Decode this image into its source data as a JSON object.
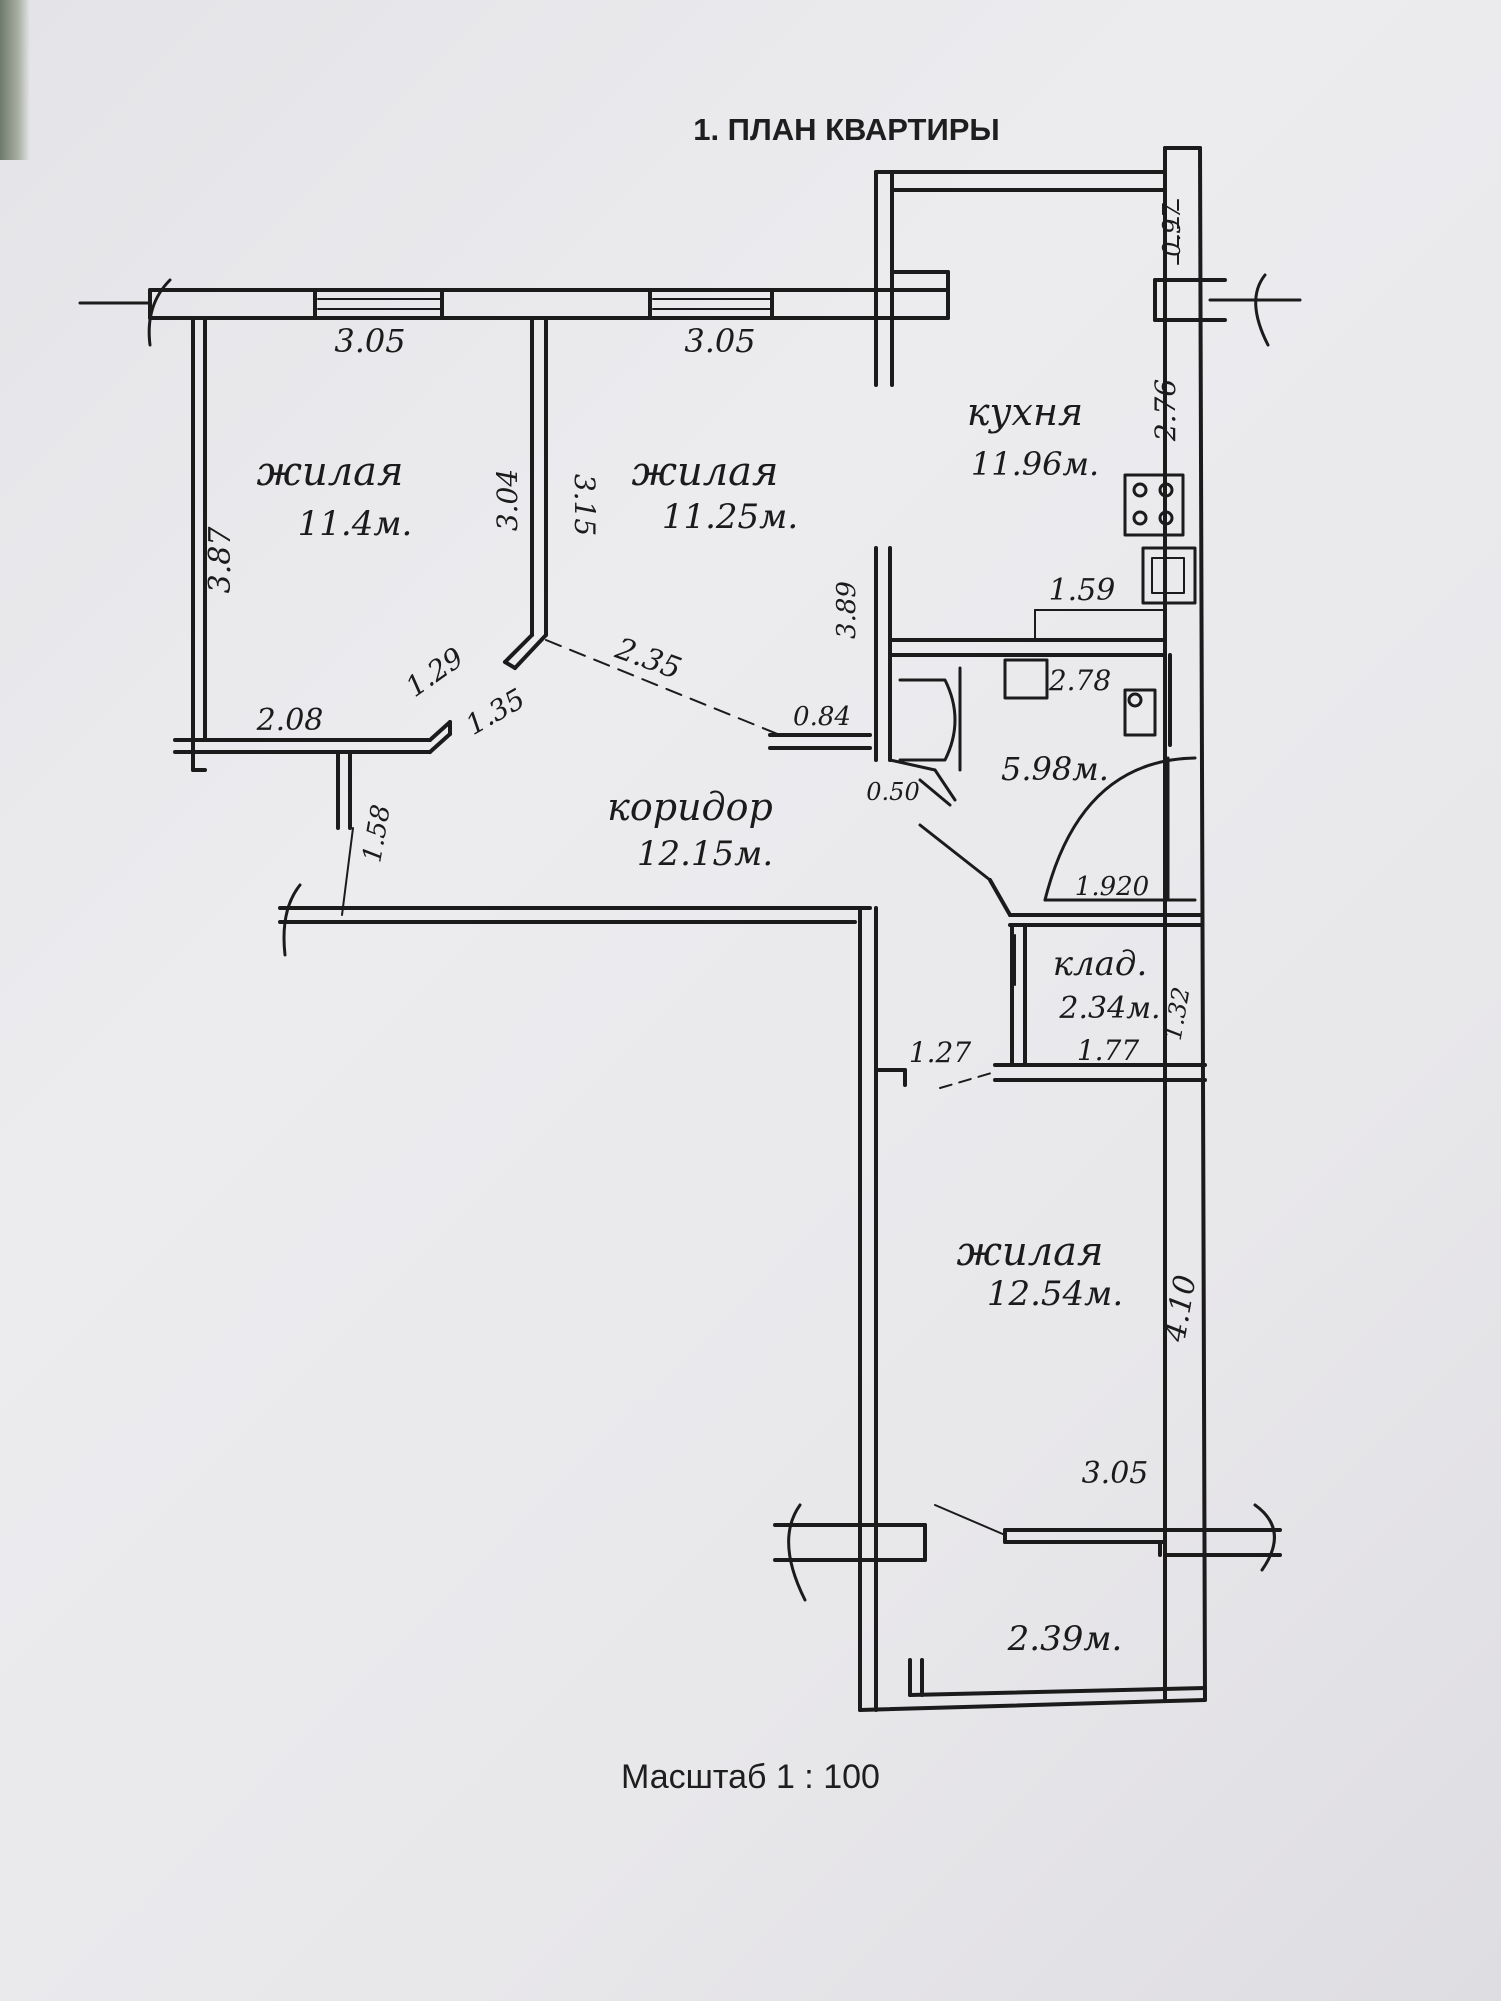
{
  "title": "1. ПЛАН КВАРТИРЫ",
  "scale": "Масштаб 1 : 100",
  "colors": {
    "paper": "#e8e7ea",
    "ink": "#1b1b1b"
  },
  "rooms": [
    {
      "id": "living-1",
      "name": "жилая",
      "area": "11.4м."
    },
    {
      "id": "living-2",
      "name": "жилая",
      "area": "11.25м."
    },
    {
      "id": "kitchen",
      "name": "кухня",
      "area": "11.96м."
    },
    {
      "id": "bathroom",
      "name": "",
      "area": "5.98м."
    },
    {
      "id": "corridor",
      "name": "коридор",
      "area": "12.15м."
    },
    {
      "id": "storage",
      "name": "клад.",
      "area": "2.34м."
    },
    {
      "id": "living-3",
      "name": "жилая",
      "area": "12.54м."
    },
    {
      "id": "balcony",
      "name": "",
      "area": "2.39м."
    }
  ],
  "dimensions": {
    "d1": "3.05",
    "d2": "3.05",
    "d3": "3.87",
    "d4": "3.04",
    "d5": "3.15",
    "d6": "0.97",
    "d7": "2.76",
    "d8": "3.89",
    "d9": "1.59",
    "d10": "2.78",
    "d11": "1.29",
    "d12": "2.35",
    "d13": "0.84",
    "d14": "2.08",
    "d15": "1.35",
    "d16": "0.50",
    "d17": "1.920",
    "d18": "1.58",
    "d19": "1.32",
    "d20": "1.27",
    "d21": "1.77",
    "d22": "4.10",
    "d23": "3.05"
  }
}
